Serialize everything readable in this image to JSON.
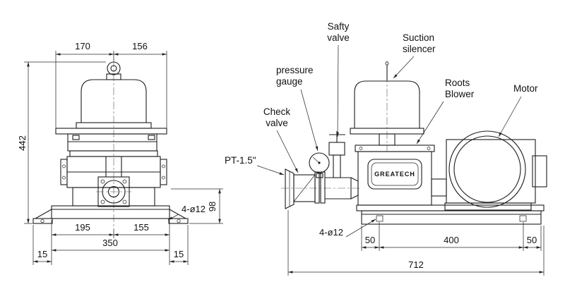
{
  "drawing": {
    "brand_plate": "GREATECH",
    "front_view": {
      "dim_top_left": "170",
      "dim_top_right": "156",
      "dim_height": "442",
      "dim_base_left": "195",
      "dim_base_right": "155",
      "dim_base_total": "350",
      "dim_foot_left": "15",
      "dim_foot_right": "15",
      "dim_port_height": "98",
      "bolt_holes": "4-ø12"
    },
    "side_view": {
      "labels": {
        "safety_valve": [
          "Safty",
          "valve"
        ],
        "suction_silencer": [
          "Suction",
          "silencer"
        ],
        "pressure_gauge": [
          "pressure",
          "gauge"
        ],
        "roots_blower": [
          "Roots",
          "Blower"
        ],
        "motor": "Motor",
        "check_valve": [
          "Check",
          "valve"
        ],
        "pipe_thread": "PT-1.5\""
      },
      "dims": {
        "bolt_holes": "4-ø12",
        "dim_left_50": "50",
        "dim_center_400": "400",
        "dim_right_50": "50",
        "dim_total": "712"
      }
    }
  }
}
